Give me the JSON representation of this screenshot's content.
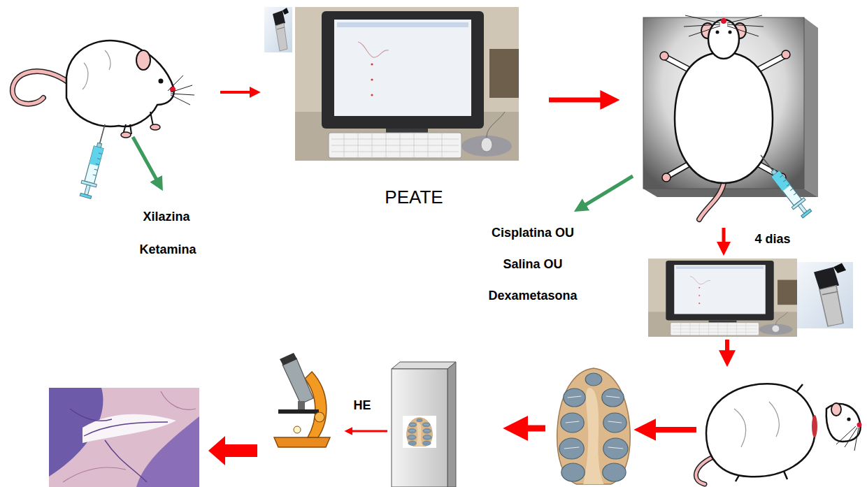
{
  "diagram": {
    "labels": [
      "Xilazina",
      "Ketamina",
      "PEATE",
      "Cisplatina OU",
      "Salina OU",
      "Dexametasona",
      "4 dias",
      "HE"
    ]
  }
}
